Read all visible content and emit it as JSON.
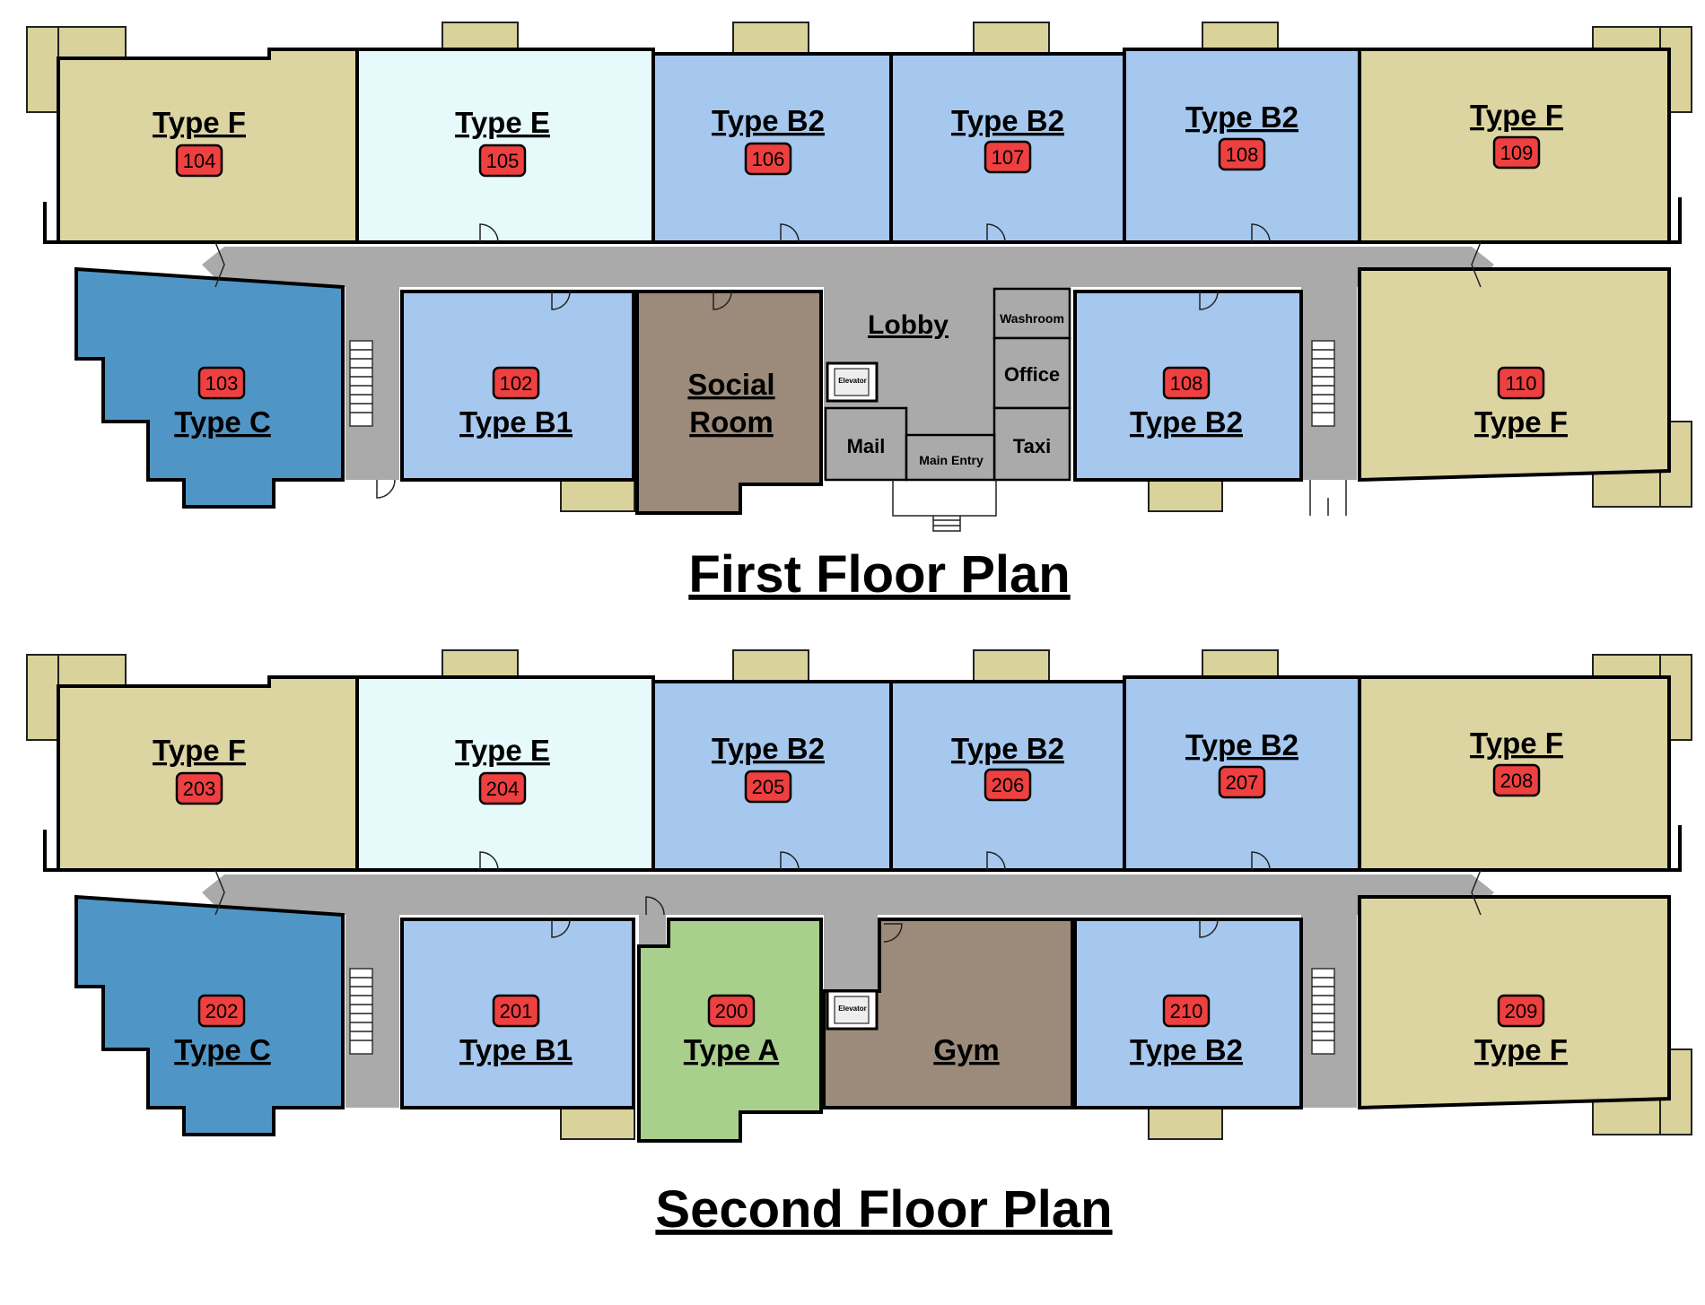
{
  "colors": {
    "type_f": "#dcd4a1",
    "type_e": "#e6fafc",
    "type_b": "#a6c8ef",
    "type_c": "#4f96c6",
    "type_a": "#a9cf8c",
    "amenity": "#9c8b7a",
    "corridor": "#aaaaaa",
    "badge": "#ee4040",
    "balcony": "#d9d29b"
  },
  "first_floor": {
    "title": "First Floor Plan",
    "units": [
      {
        "type": "Type F",
        "number": "104"
      },
      {
        "type": "Type E",
        "number": "105"
      },
      {
        "type": "Type B2",
        "number": "106"
      },
      {
        "type": "Type B2",
        "number": "107"
      },
      {
        "type": "Type B2",
        "number": "108"
      },
      {
        "type": "Type F",
        "number": "109"
      },
      {
        "type": "Type C",
        "number": "103"
      },
      {
        "type": "Type B1",
        "number": "102"
      },
      {
        "type": "Type B2",
        "number": "108"
      },
      {
        "type": "Type F",
        "number": "110"
      }
    ],
    "social_room": [
      "Social",
      "Room"
    ],
    "lobby": "Lobby",
    "washroom": "Washroom",
    "office": "Office",
    "elevator": "Elevator",
    "mail": "Mail",
    "main_entry": "Main Entry",
    "taxi": "Taxi"
  },
  "second_floor": {
    "title": "Second Floor Plan",
    "units": [
      {
        "type": "Type F",
        "number": "203"
      },
      {
        "type": "Type E",
        "number": "204"
      },
      {
        "type": "Type B2",
        "number": "205"
      },
      {
        "type": "Type B2",
        "number": "206"
      },
      {
        "type": "Type B2",
        "number": "207"
      },
      {
        "type": "Type F",
        "number": "208"
      },
      {
        "type": "Type C",
        "number": "202"
      },
      {
        "type": "Type B1",
        "number": "201"
      },
      {
        "type": "Type A",
        "number": "200"
      },
      {
        "type": "Type B2",
        "number": "210"
      },
      {
        "type": "Type F",
        "number": "209"
      }
    ],
    "gym": "Gym",
    "elevator": "Elevator"
  }
}
